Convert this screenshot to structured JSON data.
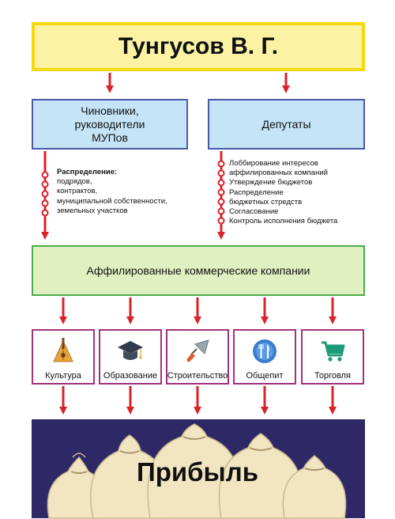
{
  "title": "Тунгусов В. Г.",
  "officials": {
    "label_lines": [
      "Чиновники,",
      "руководители",
      "МУПов"
    ]
  },
  "deputies": {
    "label": "Депутаты"
  },
  "distribution": {
    "heading": "Распределение:",
    "items": [
      "подрядов,",
      "контрактов,",
      "муниципальной собственности,",
      "земельных участков"
    ]
  },
  "deputy_actions": {
    "items": [
      [
        "Лоббирование интересов",
        "аффилированных компаний"
      ],
      [
        "Утверждение бюджетов"
      ],
      [
        "Распределение",
        "бюджетных стредств"
      ],
      [
        "Согласование"
      ],
      [
        "Контроль исполнения бюджета"
      ]
    ]
  },
  "affiliated": {
    "label": "Аффилированные коммерческие компании"
  },
  "sectors": [
    {
      "label": "Культура",
      "icon": "balalaika-icon"
    },
    {
      "label": "Образование",
      "icon": "graduation-cap-icon"
    },
    {
      "label": "Строительство",
      "icon": "trowel-icon"
    },
    {
      "label": "Общепит",
      "icon": "fork-knife-icon"
    },
    {
      "label": "Торговля",
      "icon": "shopping-cart-icon"
    }
  ],
  "profit": {
    "label": "Прибыль"
  },
  "colors": {
    "arrow": "#d8232a",
    "title_fill": "#fbf2a4",
    "title_border": "#f6d80e",
    "blue_fill": "#c5e4f8",
    "blue_border": "#4b59a8",
    "green_fill": "#e0f0c0",
    "green_border": "#4cab4a",
    "sector_border": "#a5307c",
    "profit_fill": "#2e2867",
    "sack_fill": "#f2e5c2"
  }
}
